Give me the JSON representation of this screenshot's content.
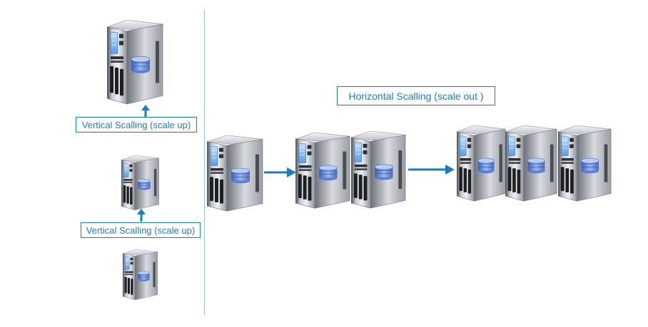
{
  "labels": {
    "vertical_top": "Vertical Scalling (scale up)",
    "vertical_bottom": "Vertical Scalling (scale up)",
    "horizontal": "Horizontal Scalling (scale out )"
  },
  "colors": {
    "accent": "#1b7dbd",
    "divider": "#9cc3de",
    "server_screen": "#7db7ef",
    "database": "#6b8fd6"
  },
  "icons": {
    "server": "server-tower-icon",
    "arrow": "arrow-icon"
  }
}
